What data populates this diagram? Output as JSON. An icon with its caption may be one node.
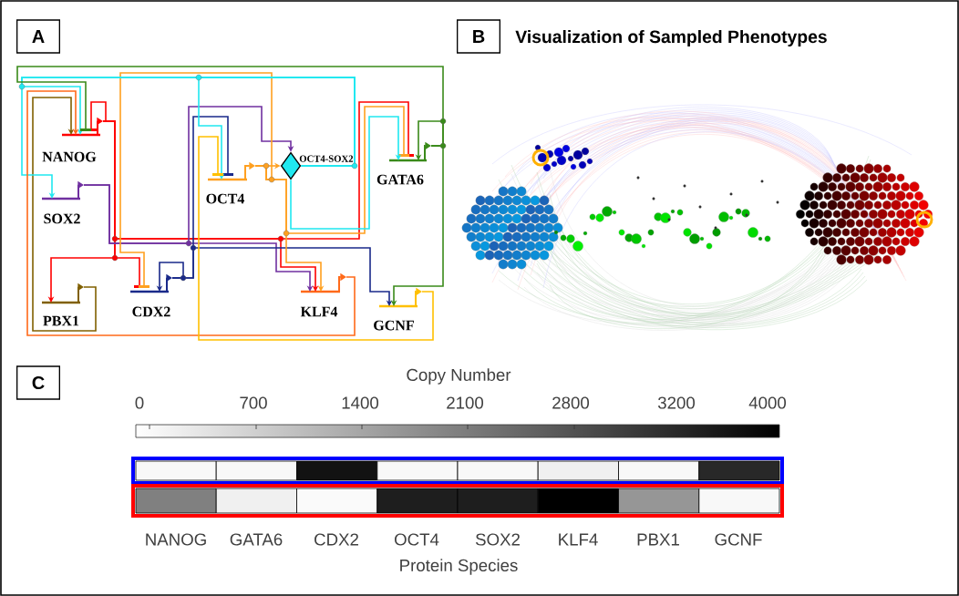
{
  "diagram": {
    "nodes": [
      {
        "text": [
          "A"
        ]
      },
      {
        "text": [
          "B"
        ]
      },
      {
        "text": [
          "NANOG"
        ]
      },
      {
        "text": [
          "OCT4-SOX2"
        ]
      },
      {
        "text": [
          "GATA6"
        ]
      },
      {
        "text": [
          "OCT4"
        ]
      },
      {
        "text": [
          "SOX2"
        ]
      },
      {
        "text": [
          "PBX1"
        ]
      },
      {
        "text": [
          "CDX2"
        ]
      },
      {
        "text": [
          "KLF4"
        ]
      },
      {
        "text": [
          "GCNF"
        ]
      },
      {
        "text": [
          "C"
        ]
      }
    ],
    "edges": [
      {
        "from": 2,
        "to": 2,
        "arrow": "other",
        "color": "#ff0000"
      },
      {
        "from": 2,
        "to": 7,
        "arrow": "to",
        "color": "#ff0000"
      },
      {
        "from": 2,
        "to": 8,
        "arrow": "other",
        "color": "#ff0000"
      },
      {
        "from": 2,
        "to": 9,
        "arrow": "to",
        "color": "#ff0000"
      },
      {
        "from": 2,
        "to": 4,
        "arrow": "other",
        "color": "#ff0000"
      },
      {
        "from": 6,
        "to": 3,
        "arrow": "to",
        "color": "#7030a0"
      },
      {
        "from": 6,
        "to": 9,
        "arrow": "to",
        "color": "#7030a0"
      },
      {
        "from": 7,
        "to": 2,
        "arrow": "to",
        "color": "#806000"
      },
      {
        "from": 8,
        "to": 8,
        "arrow": "to",
        "color": "#1a2a8a"
      },
      {
        "from": 8,
        "to": 5,
        "arrow": "other",
        "color": "#1a2a8a"
      },
      {
        "from": 8,
        "to": 10,
        "arrow": "to",
        "color": "#1a2a8a"
      },
      {
        "from": 5,
        "to": 3,
        "arrow": "to",
        "color": "#ffa020"
      },
      {
        "from": 5,
        "to": 8,
        "arrow": "other",
        "color": "#ffa020"
      },
      {
        "from": 5,
        "to": 9,
        "arrow": "to",
        "color": "#ffa020"
      },
      {
        "from": 5,
        "to": 4,
        "arrow": "other",
        "color": "#ffa020"
      },
      {
        "from": 3,
        "to": 2,
        "arrow": "to",
        "color": "#20e8f0"
      },
      {
        "from": 3,
        "to": 6,
        "arrow": "to",
        "color": "#20e8f0"
      },
      {
        "from": 3,
        "to": 5,
        "arrow": "to",
        "color": "#20e8f0"
      },
      {
        "from": 3,
        "to": 4,
        "arrow": "to",
        "color": "#20e8f0"
      },
      {
        "from": 9,
        "to": 2,
        "arrow": "to",
        "color": "#ff6a1a"
      },
      {
        "from": 4,
        "to": 2,
        "arrow": "other",
        "color": "#3a8a1a"
      },
      {
        "from": 4,
        "to": 4,
        "arrow": "to",
        "color": "#3a8a1a"
      },
      {
        "from": 4,
        "to": 10,
        "arrow": "to",
        "color": "#3a8a1a"
      },
      {
        "from": 10,
        "to": 5,
        "arrow": "other",
        "color": "#ffc000"
      }
    ],
    "labels": [
      "Visualization of Sampled Phenotypes",
      "Copy Number",
      "0",
      "700",
      "1400",
      "2100",
      "2800",
      "3200",
      "4000",
      "NANOG",
      "GATA6",
      "CDX2",
      "OCT4",
      "SOX2",
      "KLF4",
      "PBX1",
      "GCNF",
      "Protein Species"
    ]
  }
}
